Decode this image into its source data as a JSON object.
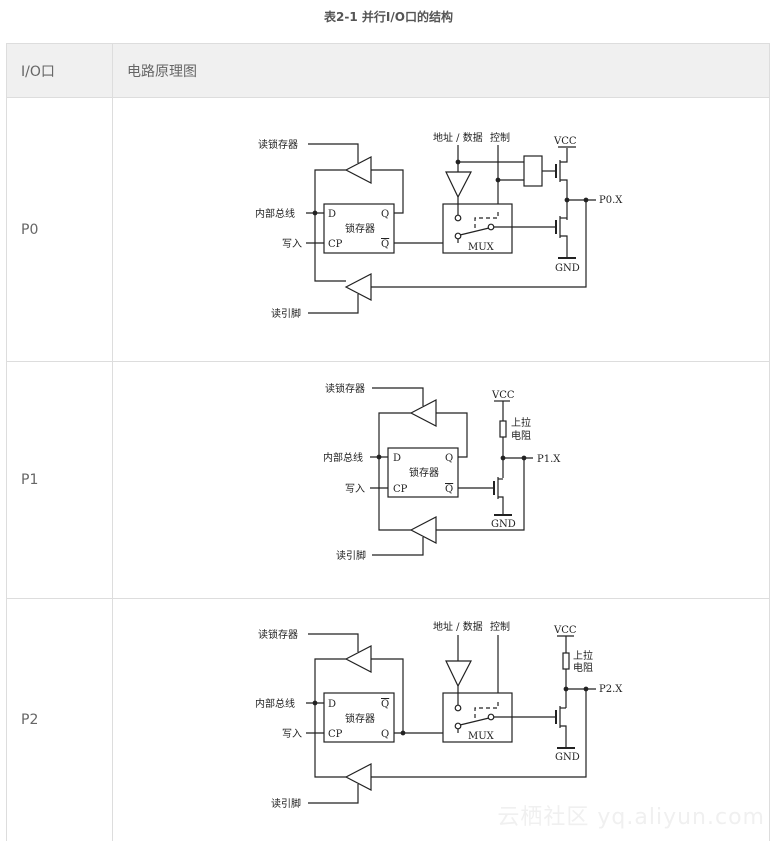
{
  "caption": "表2-1 并行I/O口的结构",
  "table": {
    "headers": [
      "I/O口",
      "电路原理图"
    ],
    "rows": [
      {
        "port": "P0"
      },
      {
        "port": "P1"
      },
      {
        "port": "P2"
      }
    ]
  },
  "diagrams": {
    "p0": {
      "read_latch": "读锁存器",
      "internal_bus": "内部总线",
      "write": "写入",
      "read_pin": "读引脚",
      "latch": "锁存器",
      "d": "D",
      "cp": "CP",
      "q": "Q",
      "qbar": "Q",
      "addr_data": "地址 / 数据",
      "control": "控制",
      "mux": "MUX",
      "vcc": "VCC",
      "gnd": "GND",
      "pin": "P0.X"
    },
    "p1": {
      "read_latch": "读锁存器",
      "internal_bus": "内部总线",
      "write": "写入",
      "read_pin": "读引脚",
      "latch": "锁存器",
      "d": "D",
      "cp": "CP",
      "q": "Q",
      "qbar": "Q",
      "vcc": "VCC",
      "gnd": "GND",
      "pullup1": "上拉",
      "pullup2": "电阻",
      "pin": "P1.X"
    },
    "p2": {
      "read_latch": "读锁存器",
      "internal_bus": "内部总线",
      "write": "写入",
      "read_pin": "读引脚",
      "latch": "锁存器",
      "d": "D",
      "cp": "CP",
      "q": "Q",
      "qbar": "Q",
      "addr_data": "地址 / 数据",
      "control": "控制",
      "mux": "MUX",
      "vcc": "VCC",
      "gnd": "GND",
      "pullup1": "上拉",
      "pullup2": "电阻",
      "pin": "P2.X"
    }
  },
  "watermark": "云栖社区 yq.aliyun.com"
}
